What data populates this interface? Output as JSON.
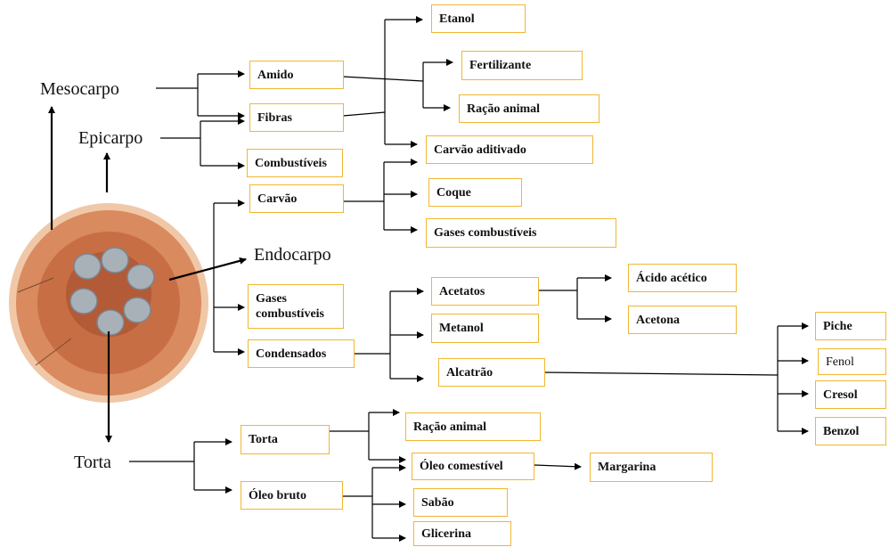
{
  "parts": {
    "mesocarpo": "Mesocarpo",
    "epicarpo": "Epicarpo",
    "endocarpo": "Endocarpo",
    "torta": "Torta"
  },
  "nodes": {
    "amido": "Amido",
    "fibras": "Fibras",
    "combustiveis": "Combustíveis",
    "etanol": "Etanol",
    "fertilizante": "Fertilizante",
    "racao_animal_1": "Ração animal",
    "carvao_aditivado": "Carvão aditivado",
    "carvao": "Carvão",
    "coque": "Coque",
    "gases_combustiveis_1": "Gases combustíveis",
    "gases_combustiveis_2": "Gases combustíveis",
    "condensados": "Condensados",
    "acetatos": "Acetatos",
    "metanol": "Metanol",
    "alcatrao": "Alcatrão",
    "acido_acetico": "Ácido acético",
    "acetona": "Acetona",
    "piche": "Piche",
    "fenol": "Fenol",
    "cresol": "Cresol",
    "benzol": "Benzol",
    "torta": "Torta",
    "oleo_bruto": "Óleo bruto",
    "racao_animal_2": "Ração animal",
    "oleo_comestivel": "Óleo comestível",
    "margarina": "Margarina",
    "sabao": "Sabão",
    "glicerina": "Glicerina"
  },
  "colors": {
    "box_border": "#f2b632",
    "fruit_outer": "#e9b48f",
    "fruit_mid": "#c9734a",
    "fruit_inner": "#b85a35",
    "seed": "#9aa4ad"
  }
}
